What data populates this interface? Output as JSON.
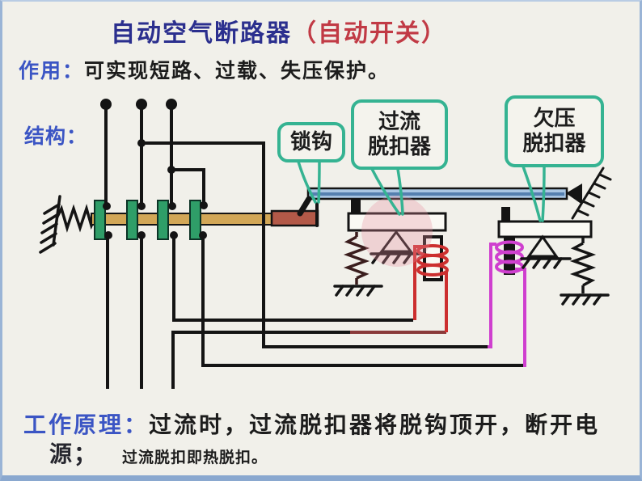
{
  "title": {
    "main": "自动空气断路器",
    "paren": "（自动开关）"
  },
  "function_line": {
    "label": "作用：",
    "text": "可实现短路、过载、失压保护。"
  },
  "structure_label": "结构：",
  "bubbles": {
    "lock_hook": "锁钩",
    "overcurrent": "过流\n脱扣器",
    "undervoltage": "欠压\n脱扣器"
  },
  "principle": {
    "label": "工作原理：",
    "line1": "过流时，过流脱扣器将脱钩顶开，断开电",
    "line2": "源；",
    "note": "过流脱扣即热脱扣。"
  },
  "colors": {
    "background": "#f1f0ea",
    "frame_blue": "#8aa8cf",
    "title_navy": "#2b2f8e",
    "title_red": "#c13a45",
    "label_blue": "#3b55c4",
    "body_black": "#1c1c1c",
    "bubble_green": "#35b392",
    "lever_blue": "#a9c6e3",
    "bar_tan": "#d2a757",
    "bar_red": "#b35948",
    "contact_green": "#2f9e68",
    "coil_red": "#cc2f2f",
    "coil_magenta": "#cf3fcf",
    "wire_black": "#141414",
    "wire_maroon": "#8a3a3a"
  }
}
